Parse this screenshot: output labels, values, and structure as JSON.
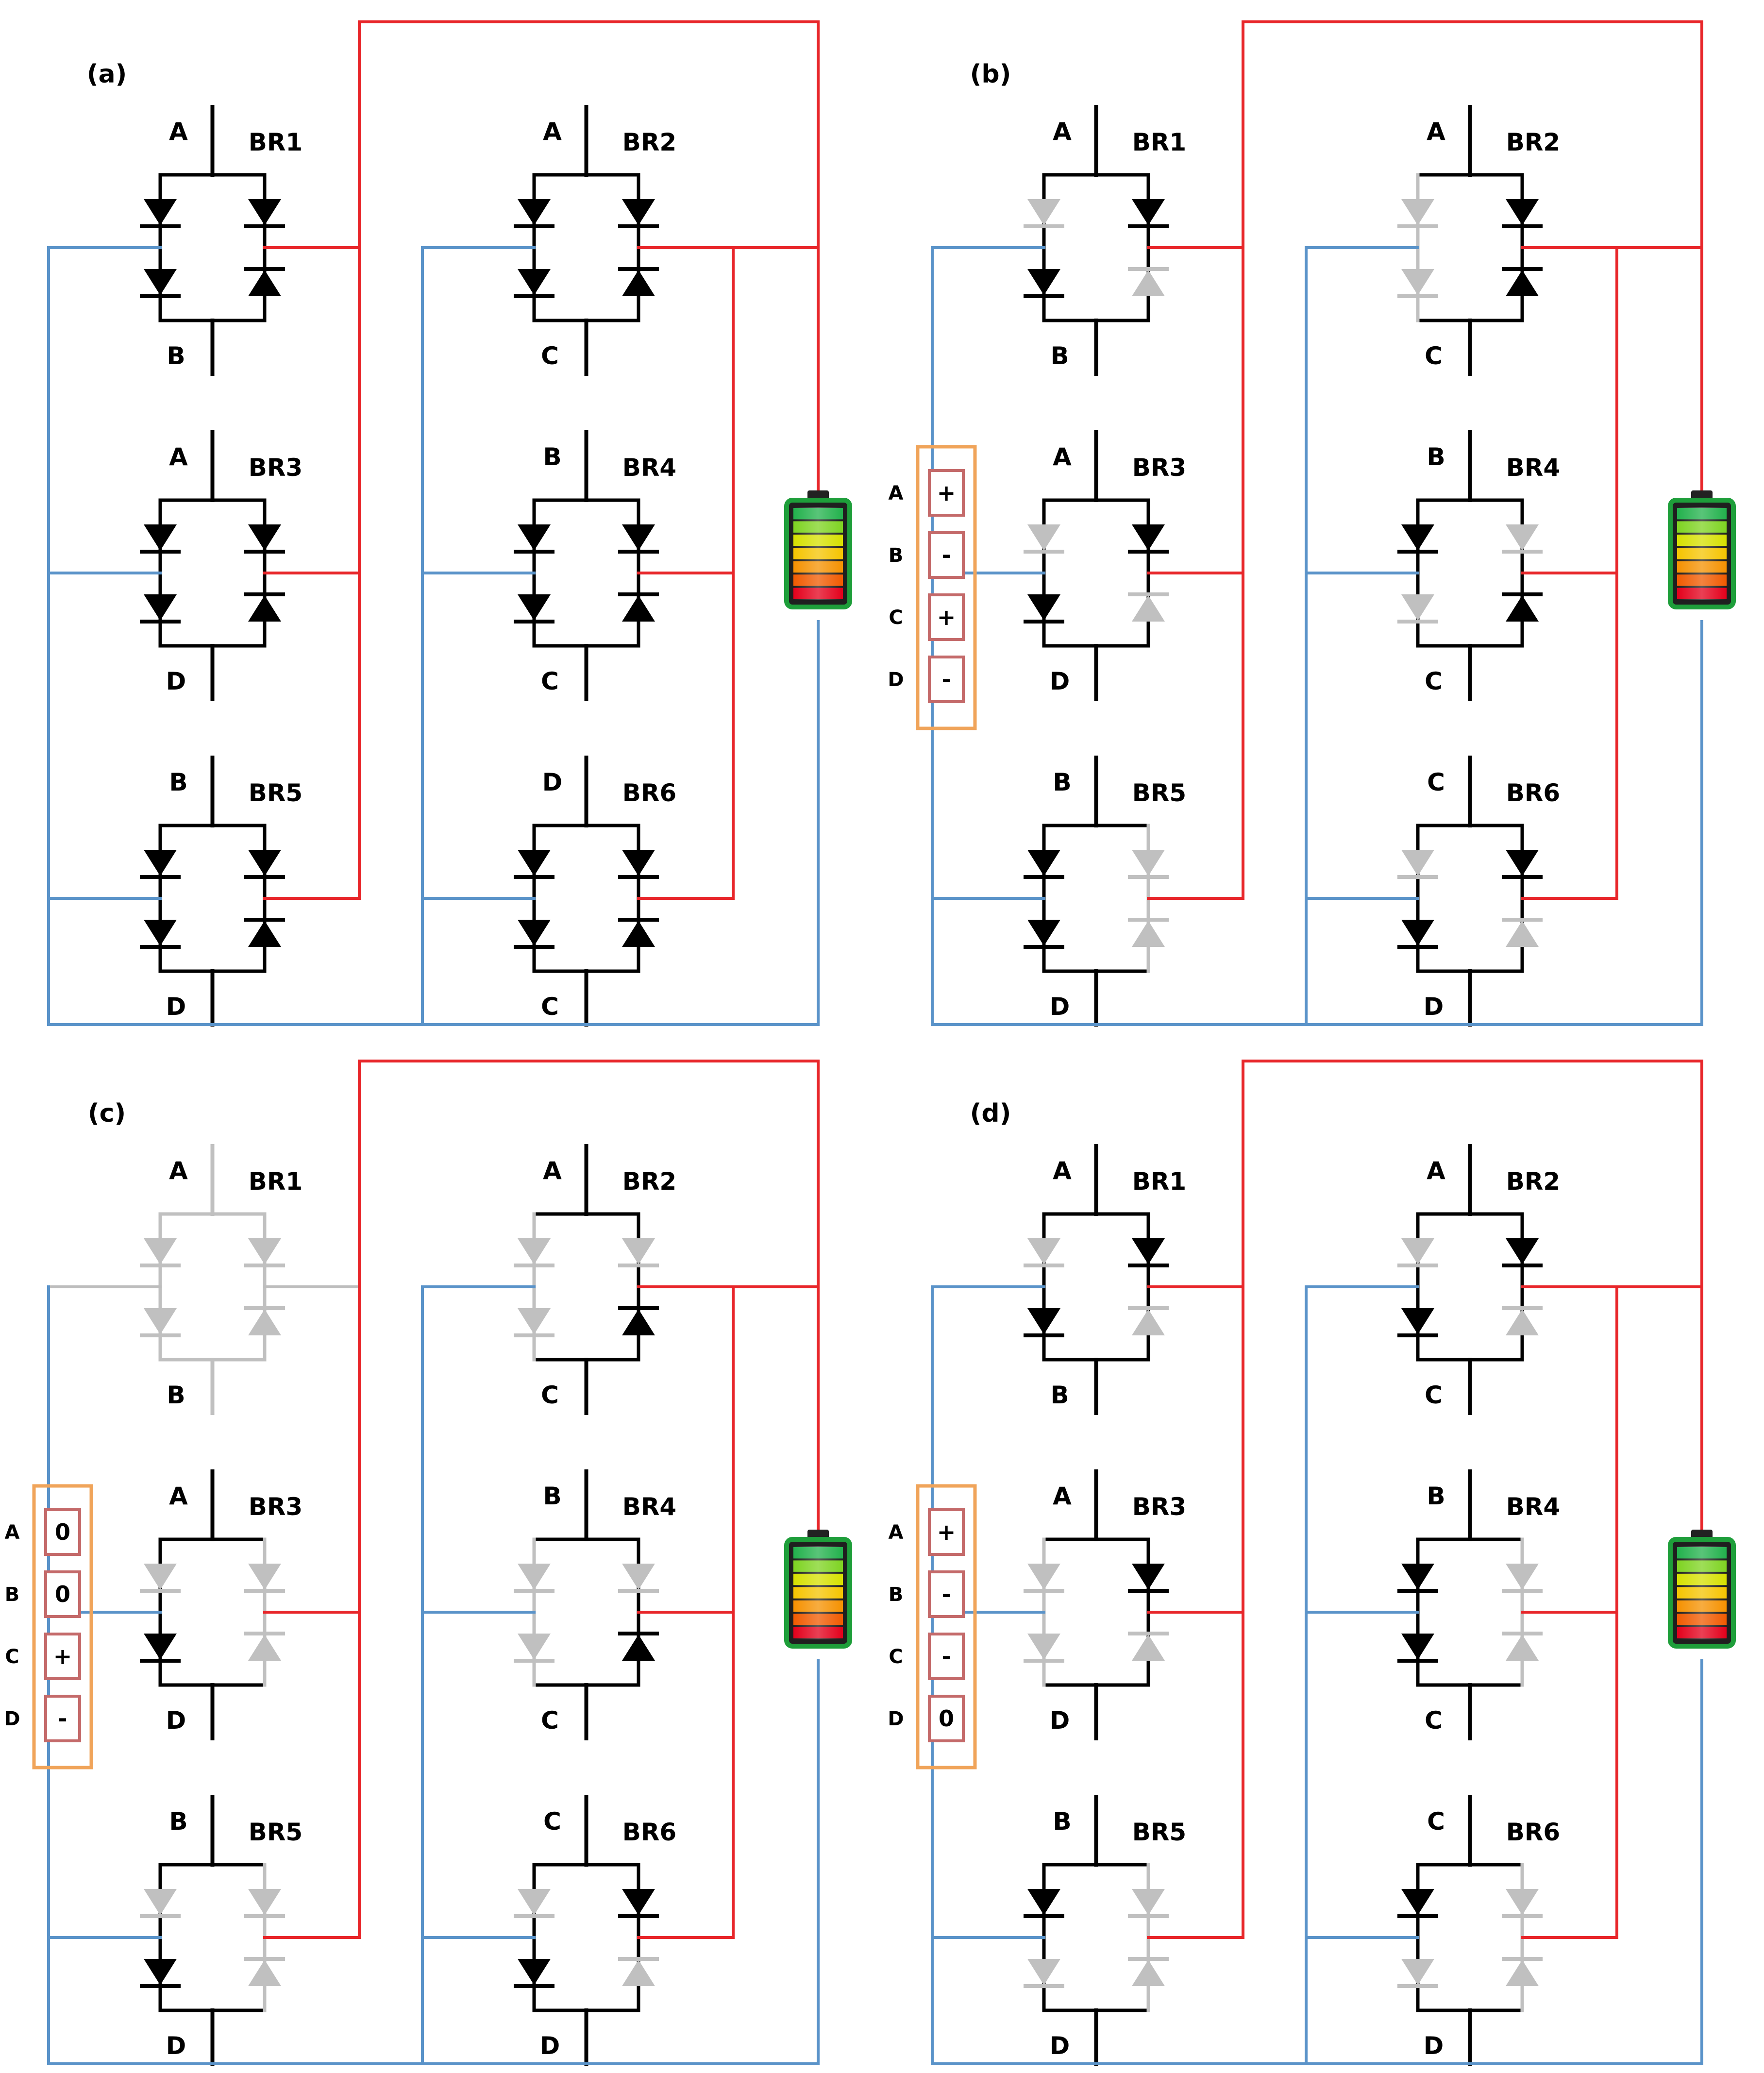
{
  "colors": {
    "active": "#000000",
    "inactive": "#c0c0c0",
    "positive_wire": "#e8262a",
    "negative_wire": "#5a93c9",
    "inactive_wire": "#bdbdbd",
    "io_panel_border": "#f0a45a",
    "io_cell_border": "#c46a6a"
  },
  "battery": {
    "icon": "battery-icon",
    "colors": [
      "#22b14c",
      "#7ed321",
      "#d6e000",
      "#f5c400",
      "#f59100",
      "#f05a00",
      "#e3001b"
    ]
  },
  "panels": [
    {
      "label": "(a)",
      "io": null,
      "bridges": [
        {
          "name": "BR1",
          "top": "A",
          "bottom": "B",
          "diodes": [
            1,
            1,
            1,
            1
          ]
        },
        {
          "name": "BR2",
          "top": "A",
          "bottom": "C",
          "diodes": [
            1,
            1,
            1,
            1
          ]
        },
        {
          "name": "BR3",
          "top": "A",
          "bottom": "D",
          "diodes": [
            1,
            1,
            1,
            1
          ]
        },
        {
          "name": "BR4",
          "top": "B",
          "bottom": "C",
          "diodes": [
            1,
            1,
            1,
            1
          ]
        },
        {
          "name": "BR5",
          "top": "B",
          "bottom": "D",
          "diodes": [
            1,
            1,
            1,
            1
          ]
        },
        {
          "name": "BR6",
          "top": "D",
          "bottom": "C",
          "diodes": [
            1,
            1,
            1,
            1
          ]
        }
      ]
    },
    {
      "label": "(b)",
      "io": {
        "labels": [
          "A",
          "B",
          "C",
          "D"
        ],
        "values": [
          "+",
          "-",
          "+",
          "-"
        ]
      },
      "bridges": [
        {
          "name": "BR1",
          "top": "A",
          "bottom": "B",
          "diodes": [
            0,
            1,
            1,
            0
          ]
        },
        {
          "name": "BR2",
          "top": "A",
          "bottom": "C",
          "diodes": [
            0,
            1,
            0,
            1
          ]
        },
        {
          "name": "BR3",
          "top": "A",
          "bottom": "D",
          "diodes": [
            0,
            1,
            1,
            0
          ]
        },
        {
          "name": "BR4",
          "top": "B",
          "bottom": "C",
          "diodes": [
            1,
            0,
            0,
            1
          ]
        },
        {
          "name": "BR5",
          "top": "B",
          "bottom": "D",
          "diodes": [
            1,
            0,
            1,
            0
          ]
        },
        {
          "name": "BR6",
          "top": "C",
          "bottom": "D",
          "diodes": [
            0,
            1,
            1,
            0
          ]
        }
      ]
    },
    {
      "label": "(c)",
      "io": {
        "labels": [
          "A",
          "B",
          "C",
          "D"
        ],
        "values": [
          "0",
          "0",
          "+",
          "-"
        ]
      },
      "bridges": [
        {
          "name": "BR1",
          "top": "A",
          "bottom": "B",
          "diodes": [
            0,
            0,
            0,
            0
          ]
        },
        {
          "name": "BR2",
          "top": "A",
          "bottom": "C",
          "diodes": [
            0,
            0,
            0,
            1
          ]
        },
        {
          "name": "BR3",
          "top": "A",
          "bottom": "D",
          "diodes": [
            0,
            0,
            1,
            0
          ]
        },
        {
          "name": "BR4",
          "top": "B",
          "bottom": "C",
          "diodes": [
            0,
            0,
            0,
            1
          ]
        },
        {
          "name": "BR5",
          "top": "B",
          "bottom": "D",
          "diodes": [
            0,
            0,
            1,
            0
          ]
        },
        {
          "name": "BR6",
          "top": "C",
          "bottom": "D",
          "diodes": [
            0,
            1,
            1,
            0
          ]
        }
      ]
    },
    {
      "label": "(d)",
      "io": {
        "labels": [
          "A",
          "B",
          "C",
          "D"
        ],
        "values": [
          "+",
          "-",
          "-",
          "0"
        ]
      },
      "bridges": [
        {
          "name": "BR1",
          "top": "A",
          "bottom": "B",
          "diodes": [
            0,
            1,
            1,
            0
          ]
        },
        {
          "name": "BR2",
          "top": "A",
          "bottom": "C",
          "diodes": [
            0,
            1,
            1,
            0
          ]
        },
        {
          "name": "BR3",
          "top": "A",
          "bottom": "D",
          "diodes": [
            0,
            1,
            0,
            0
          ]
        },
        {
          "name": "BR4",
          "top": "B",
          "bottom": "C",
          "diodes": [
            1,
            0,
            1,
            0
          ]
        },
        {
          "name": "BR5",
          "top": "B",
          "bottom": "D",
          "diodes": [
            1,
            0,
            0,
            0
          ]
        },
        {
          "name": "BR6",
          "top": "C",
          "bottom": "D",
          "diodes": [
            1,
            0,
            0,
            0
          ]
        }
      ]
    }
  ]
}
